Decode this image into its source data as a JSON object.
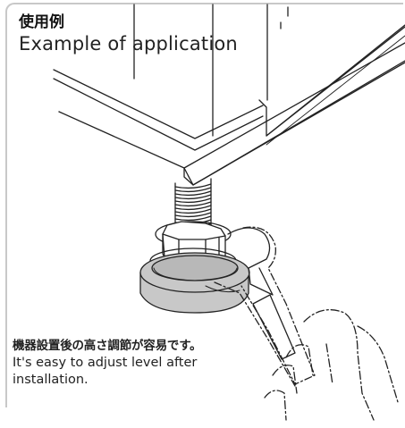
{
  "header": {
    "title_jp": "使用例",
    "title_en": "Example of application"
  },
  "caption": {
    "text_jp": "機器設置後の高さ調節が容易です。",
    "text_en_line1": "It's easy to adjust level after",
    "text_en_line2": "installation."
  },
  "illustration": {
    "subject": "leveling foot adjusted with a wrench",
    "colors": {
      "line": "#222222",
      "base_fill": "#c8c8c8",
      "frame": "#c8c8c8"
    }
  }
}
